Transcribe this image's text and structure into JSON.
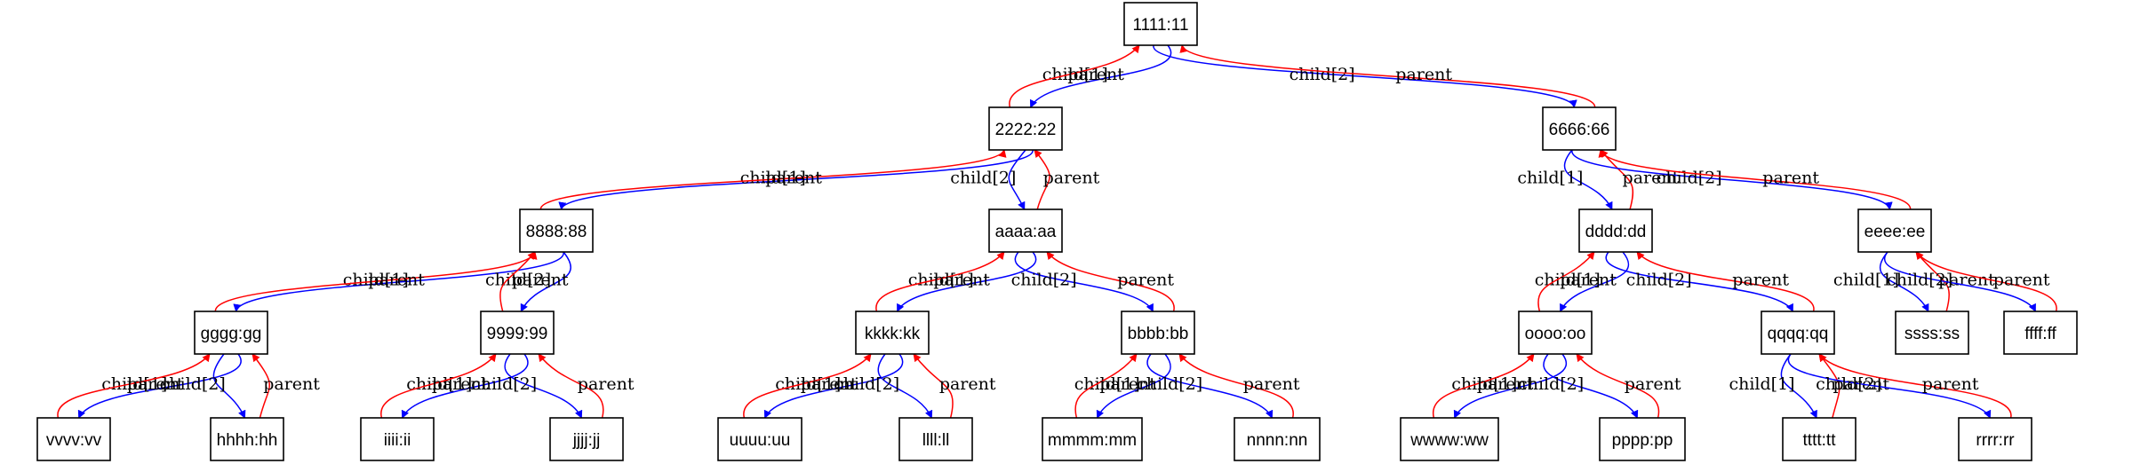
{
  "colors": {
    "child_edge": "#0000ff",
    "parent_edge": "#ff0000",
    "node_border": "#000000",
    "background": "#ffffff"
  },
  "nodes": [
    {
      "id": "n1111",
      "label": "1111:11"
    },
    {
      "id": "n2222",
      "label": "2222:22"
    },
    {
      "id": "n6666",
      "label": "6666:66"
    },
    {
      "id": "n8888",
      "label": "8888:88"
    },
    {
      "id": "naaaa",
      "label": "aaaa:aa"
    },
    {
      "id": "ndddd",
      "label": "dddd:dd"
    },
    {
      "id": "neeee",
      "label": "eeee:ee"
    },
    {
      "id": "ngggg",
      "label": "gggg:gg"
    },
    {
      "id": "n9999",
      "label": "9999:99"
    },
    {
      "id": "nkkkk",
      "label": "kkkk:kk"
    },
    {
      "id": "nbbbb",
      "label": "bbbb:bb"
    },
    {
      "id": "noooo",
      "label": "oooo:oo"
    },
    {
      "id": "nqqqq",
      "label": "qqqq:qq"
    },
    {
      "id": "nssss",
      "label": "ssss:ss"
    },
    {
      "id": "nffff",
      "label": "ffff:ff"
    },
    {
      "id": "nvvvv",
      "label": "vvvv:vv"
    },
    {
      "id": "nhhhh",
      "label": "hhhh:hh"
    },
    {
      "id": "niiii",
      "label": "iiii:ii"
    },
    {
      "id": "njjjj",
      "label": "jjjj:jj"
    },
    {
      "id": "nuuuu",
      "label": "uuuu:uu"
    },
    {
      "id": "nllll",
      "label": "llll:ll"
    },
    {
      "id": "nmmmm",
      "label": "mmmm:mm"
    },
    {
      "id": "nnnnn",
      "label": "nnnn:nn"
    },
    {
      "id": "nwwww",
      "label": "wwww:ww"
    },
    {
      "id": "npppp",
      "label": "pppp:pp"
    },
    {
      "id": "ntttt",
      "label": "tttt:tt"
    },
    {
      "id": "nrrrr",
      "label": "rrrr:rr"
    }
  ],
  "edges": [
    {
      "from": "n1111",
      "to": "n2222",
      "kind": "child",
      "label": "child[1]"
    },
    {
      "from": "n2222",
      "to": "n1111",
      "kind": "parent",
      "label": "parent"
    },
    {
      "from": "n1111",
      "to": "n6666",
      "kind": "child",
      "label": "child[2]"
    },
    {
      "from": "n6666",
      "to": "n1111",
      "kind": "parent",
      "label": "parent"
    },
    {
      "from": "n2222",
      "to": "n8888",
      "kind": "child",
      "label": "child[1]"
    },
    {
      "from": "n8888",
      "to": "n2222",
      "kind": "parent",
      "label": "parent"
    },
    {
      "from": "n2222",
      "to": "naaaa",
      "kind": "child",
      "label": "child[2]"
    },
    {
      "from": "naaaa",
      "to": "n2222",
      "kind": "parent",
      "label": "parent"
    },
    {
      "from": "n6666",
      "to": "ndddd",
      "kind": "child",
      "label": "child[1]"
    },
    {
      "from": "ndddd",
      "to": "n6666",
      "kind": "parent",
      "label": "parent"
    },
    {
      "from": "n6666",
      "to": "neeee",
      "kind": "child",
      "label": "child[2]"
    },
    {
      "from": "neeee",
      "to": "n6666",
      "kind": "parent",
      "label": "parent"
    },
    {
      "from": "n8888",
      "to": "ngggg",
      "kind": "child",
      "label": "child[1]"
    },
    {
      "from": "ngggg",
      "to": "n8888",
      "kind": "parent",
      "label": "parent"
    },
    {
      "from": "n8888",
      "to": "n9999",
      "kind": "child",
      "label": "child[2]"
    },
    {
      "from": "n9999",
      "to": "n8888",
      "kind": "parent",
      "label": "parent"
    },
    {
      "from": "naaaa",
      "to": "nkkkk",
      "kind": "child",
      "label": "child[1]"
    },
    {
      "from": "nkkkk",
      "to": "naaaa",
      "kind": "parent",
      "label": "parent"
    },
    {
      "from": "naaaa",
      "to": "nbbbb",
      "kind": "child",
      "label": "child[2]"
    },
    {
      "from": "nbbbb",
      "to": "naaaa",
      "kind": "parent",
      "label": "parent"
    },
    {
      "from": "ndddd",
      "to": "noooo",
      "kind": "child",
      "label": "child[1]"
    },
    {
      "from": "noooo",
      "to": "ndddd",
      "kind": "parent",
      "label": "parent"
    },
    {
      "from": "ndddd",
      "to": "nqqqq",
      "kind": "child",
      "label": "child[2]"
    },
    {
      "from": "nqqqq",
      "to": "ndddd",
      "kind": "parent",
      "label": "parent"
    },
    {
      "from": "neeee",
      "to": "nssss",
      "kind": "child",
      "label": "child[1]"
    },
    {
      "from": "nssss",
      "to": "neeee",
      "kind": "parent",
      "label": "parent"
    },
    {
      "from": "neeee",
      "to": "nffff",
      "kind": "child",
      "label": "child[2]"
    },
    {
      "from": "nffff",
      "to": "neeee",
      "kind": "parent",
      "label": "parent"
    },
    {
      "from": "ngggg",
      "to": "nvvvv",
      "kind": "child",
      "label": "child[1]"
    },
    {
      "from": "nvvvv",
      "to": "ngggg",
      "kind": "parent",
      "label": "parent"
    },
    {
      "from": "ngggg",
      "to": "nhhhh",
      "kind": "child",
      "label": "child[2]"
    },
    {
      "from": "nhhhh",
      "to": "ngggg",
      "kind": "parent",
      "label": "parent"
    },
    {
      "from": "n9999",
      "to": "niiii",
      "kind": "child",
      "label": "child[1]"
    },
    {
      "from": "niiii",
      "to": "n9999",
      "kind": "parent",
      "label": "parent"
    },
    {
      "from": "n9999",
      "to": "njjjj",
      "kind": "child",
      "label": "child[2]"
    },
    {
      "from": "njjjj",
      "to": "n9999",
      "kind": "parent",
      "label": "parent"
    },
    {
      "from": "nkkkk",
      "to": "nuuuu",
      "kind": "child",
      "label": "child[1]"
    },
    {
      "from": "nuuuu",
      "to": "nkkkk",
      "kind": "parent",
      "label": "parent"
    },
    {
      "from": "nkkkk",
      "to": "nllll",
      "kind": "child",
      "label": "child[2]"
    },
    {
      "from": "nllll",
      "to": "nkkkk",
      "kind": "parent",
      "label": "parent"
    },
    {
      "from": "nbbbb",
      "to": "nmmmm",
      "kind": "child",
      "label": "child[1]"
    },
    {
      "from": "nmmmm",
      "to": "nbbbb",
      "kind": "parent",
      "label": "parent"
    },
    {
      "from": "nbbbb",
      "to": "nnnnn",
      "kind": "child",
      "label": "child[2]"
    },
    {
      "from": "nnnnn",
      "to": "nbbbb",
      "kind": "parent",
      "label": "parent"
    },
    {
      "from": "noooo",
      "to": "nwwww",
      "kind": "child",
      "label": "child[1]"
    },
    {
      "from": "nwwww",
      "to": "noooo",
      "kind": "parent",
      "label": "parent"
    },
    {
      "from": "noooo",
      "to": "npppp",
      "kind": "child",
      "label": "child[2]"
    },
    {
      "from": "npppp",
      "to": "noooo",
      "kind": "parent",
      "label": "parent"
    },
    {
      "from": "nqqqq",
      "to": "ntttt",
      "kind": "child",
      "label": "child[1]"
    },
    {
      "from": "ntttt",
      "to": "nqqqq",
      "kind": "parent",
      "label": "parent"
    },
    {
      "from": "nqqqq",
      "to": "nrrrr",
      "kind": "child",
      "label": "child[2]"
    },
    {
      "from": "nrrrr",
      "to": "nqqqq",
      "kind": "parent",
      "label": "parent"
    }
  ]
}
